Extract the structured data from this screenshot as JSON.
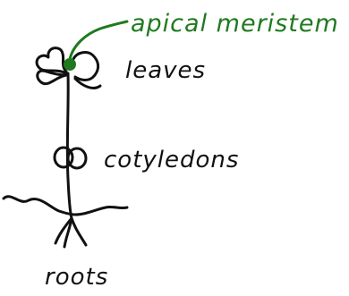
{
  "labels": {
    "apical_meristem": "apical meristem",
    "leaves": "leaves",
    "cotyledons": "cotyledons",
    "roots": "roots"
  },
  "colors": {
    "ink": "#111111",
    "highlight": "#1f7a1f",
    "background": "#ffffff"
  }
}
